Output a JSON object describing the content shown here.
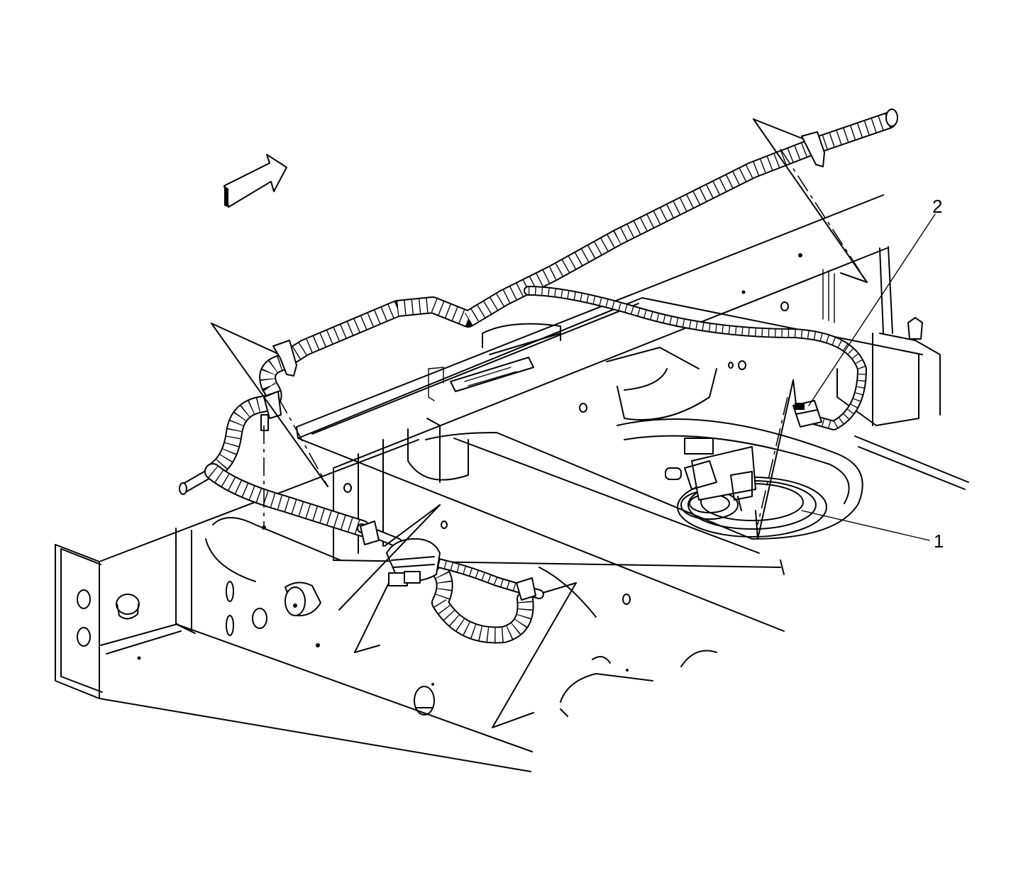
{
  "callouts": [
    {
      "id": "1",
      "label": "1"
    },
    {
      "id": "2",
      "label": "2"
    }
  ],
  "icons": {
    "direction_arrow": "forward-arrow-icon"
  },
  "colors": {
    "line": "#000000",
    "background": "#ffffff"
  }
}
